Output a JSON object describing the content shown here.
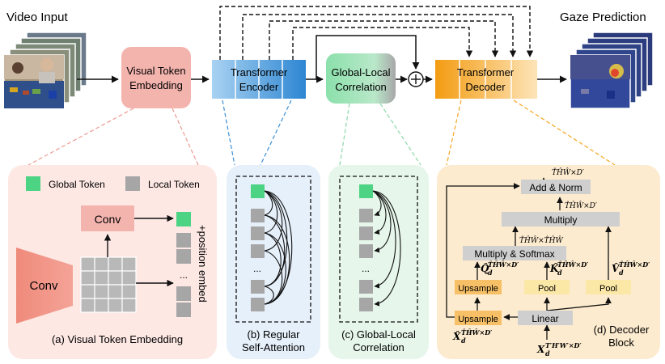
{
  "top": {
    "video_input": "Video Input",
    "gaze_prediction": "Gaze Prediction",
    "visual_token_embedding": [
      "Visual Token",
      "Embedding"
    ],
    "transformer_encoder": [
      "Transformer",
      "Encoder"
    ],
    "global_local_correlation": [
      "Global-Local",
      "Correlation"
    ],
    "transformer_decoder": [
      "Transformer",
      "Decoder"
    ]
  },
  "panel_a": {
    "legend_global": "Global Token",
    "legend_local": "Local Token",
    "conv_top": "Conv",
    "conv_big": "Conv",
    "dots": "...",
    "position_embed": "+position embed",
    "caption": "(a) Visual Token Embedding"
  },
  "panel_b": {
    "dots": "...",
    "caption": [
      "(b) Regular",
      "Self-Attention"
    ]
  },
  "panel_c": {
    "dots": "...",
    "caption": [
      "(c) Global-Local",
      "Correlation"
    ]
  },
  "panel_d": {
    "add_norm": "Add & Norm",
    "multiply": "Multiply",
    "multiply_softmax": "Multiply & Softmax",
    "upsample_1": "Upsample",
    "pool_1": "Pool",
    "pool_2": "Pool",
    "upsample_2": "Upsample",
    "linear": "Linear",
    "dim_top": "T̂ĤŴ×D′",
    "dim_mid": "T̂ĤŴ×D′",
    "dim_qk": "T̂ĤŴ×T̂ĤŴ",
    "q_label": "Q̂",
    "q_sub": "d",
    "q_sup": "T̂ĤŴ×D′",
    "k_label": "K̂",
    "k_sub": "d",
    "k_sup": "T̂ĤŴ×D′",
    "v_label": "V̂",
    "v_sub": "d",
    "v_sup": "T̂ĤŴ×D′",
    "xhat_label": "X̂",
    "xhat_sub": "d",
    "xhat_sup": "T̂ĤŴ×D′",
    "x_label": "X",
    "x_sub": "d",
    "x_sup": "T′H′W′×D′",
    "caption": [
      "(d) Decoder",
      "Block"
    ]
  },
  "colors": {
    "pink_box": "#f4b4ae",
    "pink_panel": "#fde8e4",
    "blue_box": "#3a8fd6",
    "blue_panel": "#e6f0fa",
    "green_box": "#7fd4a0",
    "green_panel": "#e6f6ea",
    "orange_box": "#f5a623",
    "orange_panel": "#fdebcf",
    "global_token": "#4cd484",
    "local_token": "#a6a6a6",
    "gray_block": "#cfcfcf",
    "yellow_block": "#fbe7a6",
    "orange_block": "#f7c067"
  }
}
